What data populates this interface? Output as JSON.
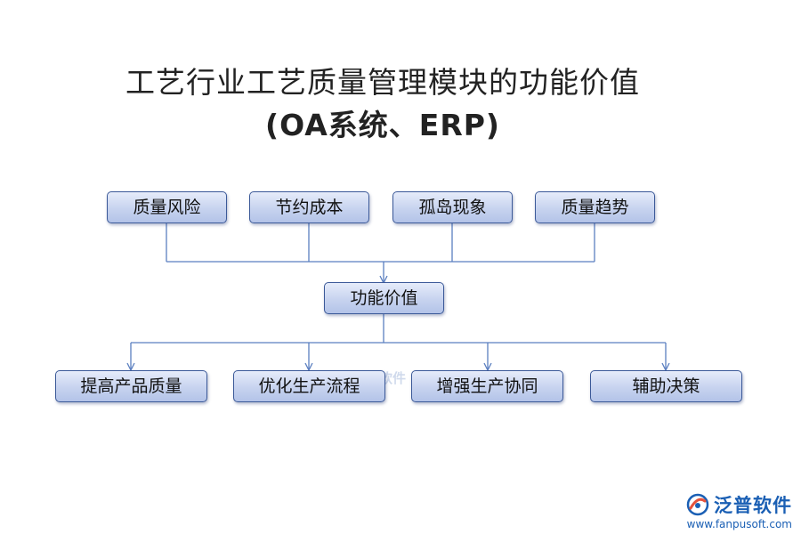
{
  "title": {
    "line1": "工艺行业工艺质量管理模块的功能价值",
    "line2": "(OA系统、ERP)"
  },
  "top_nodes": [
    "质量风险",
    "节约成本",
    "孤岛现象",
    "质量趋势"
  ],
  "center_node": "功能价值",
  "bottom_nodes": [
    "提高产品质量",
    "优化生产流程",
    "增强生产协同",
    "辅助决策"
  ],
  "watermark": "泛普软件",
  "brand": {
    "name": "泛普软件",
    "url": "www.fanpusoft.com"
  },
  "colors": {
    "box_border": "#3b5998",
    "box_fill": "#c7d3ef",
    "connector": "#5b7fc0",
    "brand": "#1a5fb4",
    "logo_accent": "#e5533d"
  }
}
